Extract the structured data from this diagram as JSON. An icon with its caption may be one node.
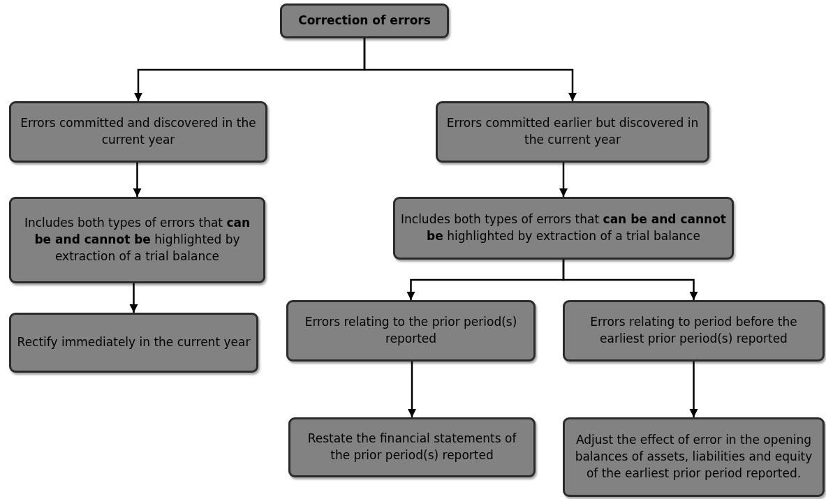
{
  "diagram": {
    "nodes": [
      {
        "text": [
          "Correction of errors"
        ]
      },
      {
        "text": [
          "Errors committed and discovered in the current year"
        ]
      },
      {
        "text": [
          "Errors committed earlier but discovered in the current year"
        ]
      },
      {
        "text": [
          "Includes both types of errors that **can be and cannot be** highlighted by extraction of a trial balance"
        ]
      },
      {
        "text": [
          "Includes both types of errors that **can be and cannot be** highlighted by extraction of a trial balance"
        ]
      },
      {
        "text": [
          "Rectify immediately in the current year"
        ]
      },
      {
        "text": [
          "Errors relating to the prior period(s) reported"
        ]
      },
      {
        "text": [
          "Errors relating to period before the earliest prior period(s) reported"
        ]
      },
      {
        "text": [
          "Restate the financial statements of the prior period(s) reported"
        ]
      },
      {
        "text": [
          "Adjust the effect of error in the opening balances of assets, liabilities and equity of the earliest prior period reported."
        ]
      }
    ],
    "edges": [
      {
        "from": 0,
        "to": 1,
        "arrow": "to"
      },
      {
        "from": 0,
        "to": 2,
        "arrow": "to"
      },
      {
        "from": 1,
        "to": 3,
        "arrow": "to"
      },
      {
        "from": 3,
        "to": 5,
        "arrow": "to"
      },
      {
        "from": 2,
        "to": 4,
        "arrow": "to"
      },
      {
        "from": 4,
        "to": 6,
        "arrow": "to"
      },
      {
        "from": 4,
        "to": 7,
        "arrow": "to"
      },
      {
        "from": 6,
        "to": 8,
        "arrow": "to"
      },
      {
        "from": 7,
        "to": 9,
        "arrow": "to"
      }
    ]
  }
}
